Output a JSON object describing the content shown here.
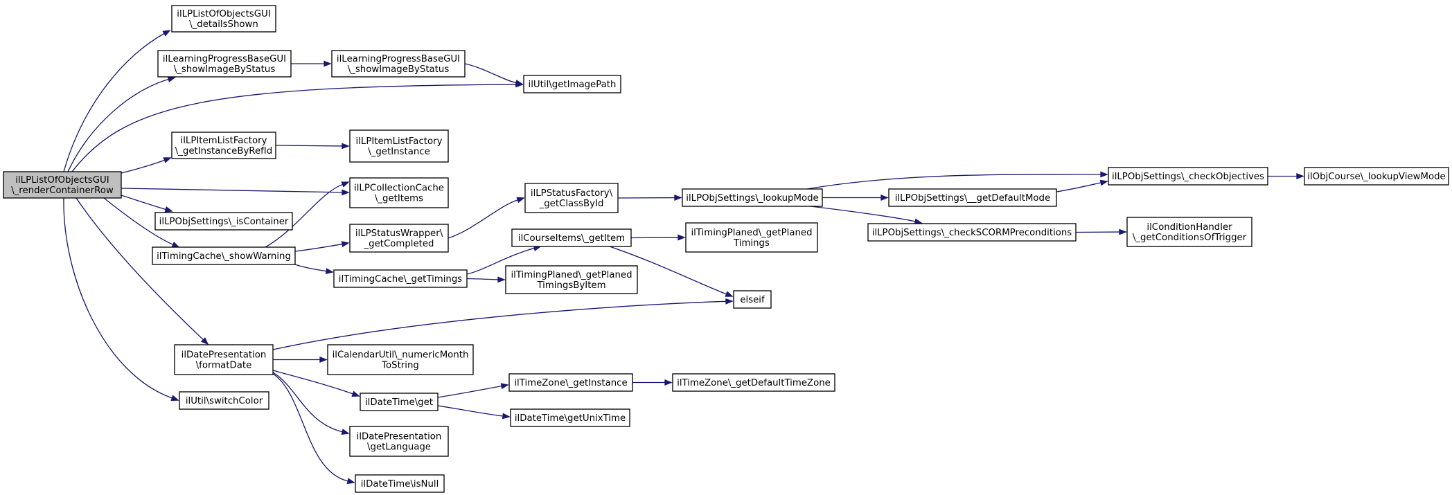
{
  "diagram": {
    "type": "call-graph",
    "root": "renderContainerRow",
    "nodes": [
      {
        "id": "renderContainerRow",
        "lines": [
          "ilLPListOfObjectsGUI",
          "\\_renderContainerRow"
        ],
        "root": true
      },
      {
        "id": "detailsShown",
        "lines": [
          "ilLPListOfObjectsGUI",
          "\\_detailsShown"
        ]
      },
      {
        "id": "lpbShowImage",
        "lines": [
          "ilLearningProgressBaseGUI",
          "\\_showImageByStatus"
        ]
      },
      {
        "id": "lpbShowImage2",
        "lines": [
          "ilLearningProgressBaseGUI",
          "\\_showImageByStatus"
        ]
      },
      {
        "id": "getImagePath",
        "lines": [
          "ilUtil\\getImagePath"
        ]
      },
      {
        "id": "getInstanceByRefId",
        "lines": [
          "ilLPItemListFactory",
          "\\_getInstanceByRefId"
        ]
      },
      {
        "id": "itemListGetInstance",
        "lines": [
          "ilLPItemListFactory",
          "\\_getInstance"
        ]
      },
      {
        "id": "collGetItems",
        "lines": [
          "ilLPCollectionCache",
          "\\_getItems"
        ]
      },
      {
        "id": "isContainer",
        "lines": [
          "ilLPObjSettings\\_isContainer"
        ]
      },
      {
        "id": "showWarning",
        "lines": [
          "ilTimingCache\\_showWarning"
        ]
      },
      {
        "id": "getCompleted",
        "lines": [
          "ilLPStatusWrapper\\",
          "_getCompleted"
        ]
      },
      {
        "id": "getClassById",
        "lines": [
          "ilLPStatusFactory\\",
          "_getClassById"
        ]
      },
      {
        "id": "lookupMode",
        "lines": [
          "ilLPObjSettings\\_lookupMode"
        ]
      },
      {
        "id": "getDefaultMode",
        "lines": [
          "ilLPObjSettings\\__getDefaultMode"
        ]
      },
      {
        "id": "checkObjectives",
        "lines": [
          "ilLPObjSettings\\_checkObjectives"
        ]
      },
      {
        "id": "lookupViewMode",
        "lines": [
          "ilObjCourse\\_lookupViewMode"
        ]
      },
      {
        "id": "checkSCORM",
        "lines": [
          "ilLPObjSettings\\_checkSCORMPreconditions"
        ]
      },
      {
        "id": "condTrigger",
        "lines": [
          "ilConditionHandler",
          "\\_getConditionsOfTrigger"
        ]
      },
      {
        "id": "courseGetItem",
        "lines": [
          "ilCourseItems\\_getItem"
        ]
      },
      {
        "id": "getPlanedTimings",
        "lines": [
          "ilTimingPlaned\\_getPlaned",
          "Timings"
        ]
      },
      {
        "id": "getTimings",
        "lines": [
          "ilTimingCache\\_getTimings"
        ]
      },
      {
        "id": "planedByItem",
        "lines": [
          "ilTimingPlaned\\_getPlaned",
          "TimingsByItem"
        ]
      },
      {
        "id": "elseif",
        "lines": [
          "elseif"
        ]
      },
      {
        "id": "formatDate",
        "lines": [
          "ilDatePresentation",
          "\\formatDate"
        ]
      },
      {
        "id": "numericMonth",
        "lines": [
          "ilCalendarUtil\\_numericMonth",
          "ToString"
        ]
      },
      {
        "id": "dtGet",
        "lines": [
          "ilDateTime\\get"
        ]
      },
      {
        "id": "tzGetInstance",
        "lines": [
          "ilTimeZone\\_getInstance"
        ]
      },
      {
        "id": "tzDefault",
        "lines": [
          "ilTimeZone\\_getDefaultTimeZone"
        ]
      },
      {
        "id": "unixTime",
        "lines": [
          "ilDateTime\\getUnixTime"
        ]
      },
      {
        "id": "getLanguage",
        "lines": [
          "ilDatePresentation",
          "\\getLanguage"
        ]
      },
      {
        "id": "isNull",
        "lines": [
          "ilDateTime\\isNull"
        ]
      },
      {
        "id": "switchColor",
        "lines": [
          "ilUtil\\switchColor"
        ]
      }
    ],
    "edges": [
      [
        "renderContainerRow",
        "detailsShown"
      ],
      [
        "renderContainerRow",
        "lpbShowImage"
      ],
      [
        "renderContainerRow",
        "getImagePath"
      ],
      [
        "renderContainerRow",
        "getInstanceByRefId"
      ],
      [
        "renderContainerRow",
        "collGetItems"
      ],
      [
        "renderContainerRow",
        "isContainer"
      ],
      [
        "renderContainerRow",
        "showWarning"
      ],
      [
        "renderContainerRow",
        "formatDate"
      ],
      [
        "renderContainerRow",
        "switchColor"
      ],
      [
        "lpbShowImage",
        "lpbShowImage2"
      ],
      [
        "lpbShowImage2",
        "getImagePath"
      ],
      [
        "getInstanceByRefId",
        "itemListGetInstance"
      ],
      [
        "showWarning",
        "collGetItems"
      ],
      [
        "showWarning",
        "getCompleted"
      ],
      [
        "showWarning",
        "getTimings"
      ],
      [
        "getCompleted",
        "getClassById"
      ],
      [
        "getClassById",
        "lookupMode"
      ],
      [
        "lookupMode",
        "checkObjectives"
      ],
      [
        "lookupMode",
        "getDefaultMode"
      ],
      [
        "lookupMode",
        "checkSCORM"
      ],
      [
        "getDefaultMode",
        "checkObjectives"
      ],
      [
        "checkObjectives",
        "lookupViewMode"
      ],
      [
        "checkSCORM",
        "condTrigger"
      ],
      [
        "getTimings",
        "courseGetItem"
      ],
      [
        "getTimings",
        "planedByItem"
      ],
      [
        "courseGetItem",
        "getPlanedTimings"
      ],
      [
        "courseGetItem",
        "elseif"
      ],
      [
        "formatDate",
        "elseif"
      ],
      [
        "formatDate",
        "numericMonth"
      ],
      [
        "formatDate",
        "dtGet"
      ],
      [
        "formatDate",
        "getLanguage"
      ],
      [
        "formatDate",
        "isNull"
      ],
      [
        "dtGet",
        "tzGetInstance"
      ],
      [
        "dtGet",
        "unixTime"
      ],
      [
        "tzGetInstance",
        "tzDefault"
      ]
    ]
  }
}
